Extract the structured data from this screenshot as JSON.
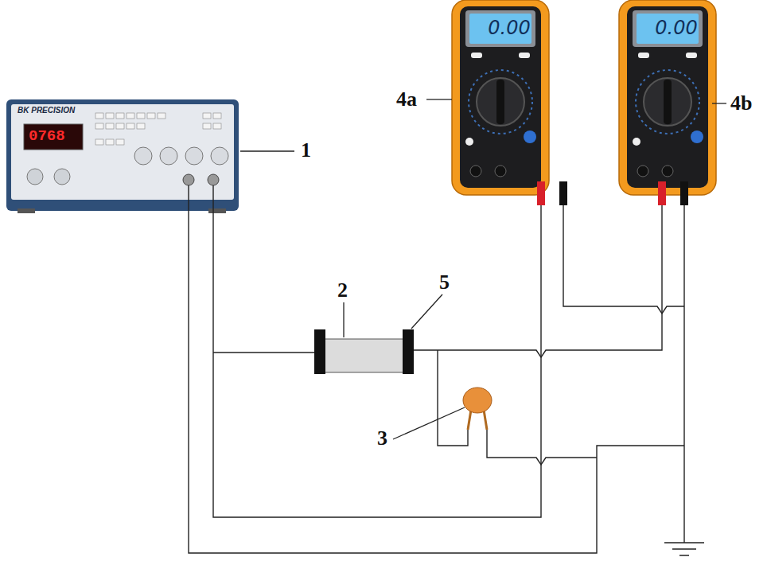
{
  "diagram": {
    "labels": [
      "BK PRECISION",
      "0768",
      "1",
      "0.00",
      "0.00",
      "4a",
      "4b",
      "2",
      "5",
      "3"
    ]
  }
}
